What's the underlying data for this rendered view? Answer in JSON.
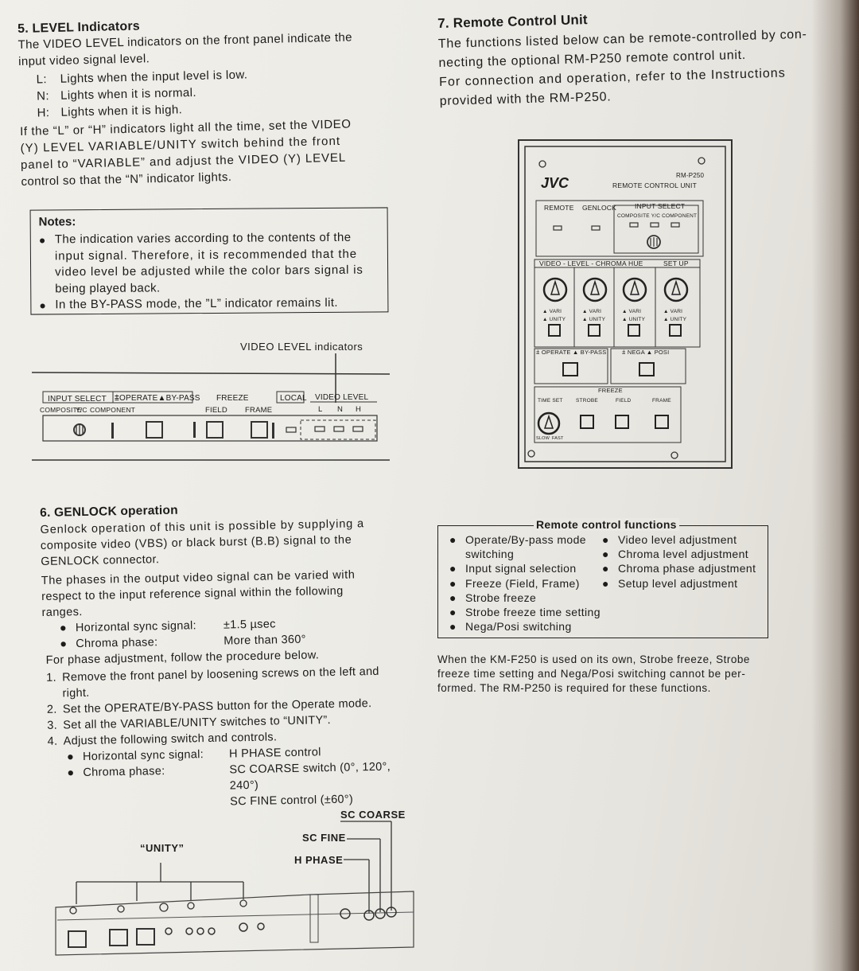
{
  "section5": {
    "heading": "5. LEVEL Indicators",
    "intro_1": "The VIDEO LEVEL indicators on the front panel indicate the",
    "intro_2": "input video signal level.",
    "defs": [
      {
        "key": "L:",
        "text": "Lights when the input level is low."
      },
      {
        "key": "N:",
        "text": "Lights when it is normal."
      },
      {
        "key": "H:",
        "text": "Lights when it is high."
      }
    ],
    "para_lines": [
      "If the “L” or “H” indicators light all the time, set the VIDEO",
      "(Y) LEVEL VARIABLE/UNITY switch behind the front",
      "panel to “VARIABLE” and adjust the VIDEO (Y) LEVEL",
      "control so that the “N” indicator lights."
    ],
    "notes_title": "Notes:",
    "notes": [
      [
        "The indication varies according to the contents of the",
        "input signal. Therefore, it is recommended that the",
        "video level be adjusted while the color bars signal is",
        "being played back."
      ],
      [
        "In the BY-PASS mode, the ”L” indicator remains lit."
      ]
    ],
    "figure_caption": "VIDEO LEVEL indicators",
    "panel_labels": {
      "input_select": "INPUT SELECT",
      "composite": "COMPOSITE",
      "yc": "Y/C",
      "component": "COMPONENT",
      "operate_bypass": "⩲OPERATE▲BY-PASS",
      "freeze": "FREEZE",
      "field": "FIELD",
      "frame": "FRAME",
      "local": "LOCAL",
      "video_level": "VIDEO LEVEL",
      "l": "L",
      "n": "N",
      "h": "H"
    }
  },
  "section6": {
    "heading": "6. GENLOCK operation",
    "para1": [
      "Genlock operation of this unit is possible by supplying a",
      "composite video (VBS) or black burst (B.B) signal to the",
      "GENLOCK connector."
    ],
    "para2": [
      "The phases in the output video signal can be varied with",
      "respect to the input reference signal within the following",
      "ranges."
    ],
    "ranges": [
      {
        "label": "Horizontal sync signal:",
        "value": "±1.5 µsec"
      },
      {
        "label": "Chroma phase:",
        "value": "More than 360°"
      }
    ],
    "procedure_intro": "For phase adjustment, follow the procedure below.",
    "steps": [
      {
        "num": "1.",
        "lines": [
          "Remove the front panel by loosening screws on the left and",
          "right."
        ]
      },
      {
        "num": "2.",
        "lines": [
          "Set the OPERATE/BY-PASS button for the Operate mode."
        ]
      },
      {
        "num": "3.",
        "lines": [
          "Set all the VARIABLE/UNITY switches to “UNITY”."
        ]
      },
      {
        "num": "4.",
        "lines": [
          "Adjust the following switch and controls."
        ]
      }
    ],
    "adjust": [
      {
        "label": "Horizontal sync signal:",
        "lines": [
          "H PHASE control"
        ]
      },
      {
        "label": "Chroma phase:",
        "lines": [
          "SC COARSE switch (0°, 120°,",
          "240°)",
          "SC FINE control (±60°)"
        ]
      }
    ],
    "figure_labels": {
      "sc_coarse": "SC COARSE",
      "sc_fine": "SC FINE",
      "h_phase": "H PHASE",
      "unity": "“UNITY”"
    }
  },
  "section7": {
    "heading": "7. Remote Control Unit",
    "para": [
      "The functions listed below can be remote-controlled by con-",
      "necting the optional RM-P250 remote control unit.",
      "For connection and operation, refer to the Instructions",
      "provided with the RM-P250."
    ],
    "remote": {
      "brand": "JVC",
      "model": "RM-P250",
      "unit_name": "REMOTE CONTROL UNIT",
      "remote": "REMOTE",
      "genlock": "GENLOCK",
      "input_select": "INPUT SELECT",
      "input_sub": "COMPOSITE Y/C COMPONENT",
      "level_row": [
        "VIDEO - LEVEL - CHROMA",
        "HUE",
        "SET UP"
      ],
      "vari": "▲ VARI",
      "unity": "▲ UNITY",
      "operate_bypass": "⩲ OPERATE  ▲ BY-PASS",
      "nega_posi": "⩲ NEGA   ▲ POSI",
      "freeze": "FREEZE",
      "time_set": "TIME SET",
      "strobe": "STROBE",
      "field": "FIELD",
      "frame": "FRAME",
      "slow": "SLOW",
      "fast": "FAST"
    },
    "functions_title": "Remote control functions",
    "functions_left": [
      [
        "Operate/By-pass mode",
        "switching"
      ],
      [
        "Input signal selection"
      ],
      [
        "Freeze (Field, Frame)"
      ],
      [
        "Strobe freeze"
      ],
      [
        "Strobe freeze time setting"
      ],
      [
        "Nega/Posi switching"
      ]
    ],
    "functions_right": [
      "Video level adjustment",
      "Chroma level adjustment",
      "Chroma phase adjustment",
      "Setup level adjustment"
    ],
    "note": [
      "When the KM-F250 is used on its own, Strobe freeze, Strobe",
      "freeze time setting and Nega/Posi switching cannot be per-",
      "formed. The RM-P250 is required for these functions."
    ]
  }
}
